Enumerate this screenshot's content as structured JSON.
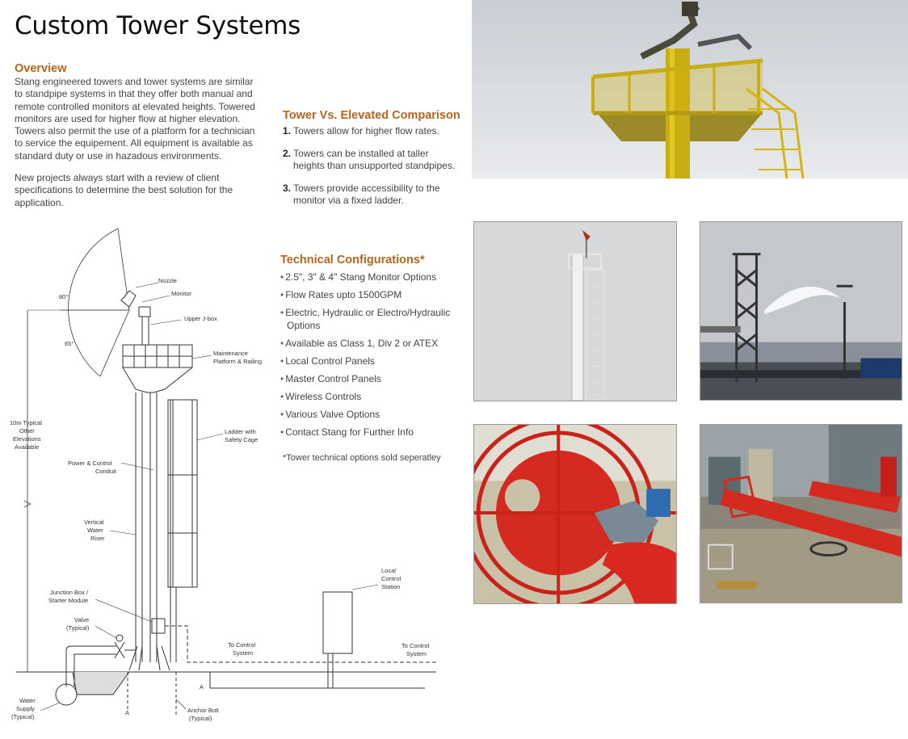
{
  "page_title": "Custom Tower Systems",
  "overview": {
    "heading": "Overview",
    "paragraph1": "Stang engineered towers and tower systems are similar to standpipe systems in that they offer both manual and remote controlled monitors at elevated heights. Towered monitors are used for higher flow at higher elevation. Towers also permit the use of a platform for a technician to service the equipement. All equipment is available as standard duty or use in hazadous environments.",
    "paragraph2": "New projects always start with a review of client specifications to determine the best solution for the application."
  },
  "comparison": {
    "heading": "Tower Vs. Elevated Comparison",
    "items": [
      {
        "num": "1.",
        "text": "Towers allow for higher flow rates."
      },
      {
        "num": "2.",
        "text": "Towers can be installed at taller heights than unsupported standpipes."
      },
      {
        "num": "3.",
        "text": "Towers provide accessibility to the monitor via a fixed ladder."
      }
    ]
  },
  "tech": {
    "heading": "Technical Configurations*",
    "items": [
      "2.5\", 3\" & 4\" Stang Monitor Options",
      "Flow Rates upto 1500GPM",
      "Electric, Hydraulic or Electro/Hydraulic Options",
      "Available as Class 1, Div 2 or ATEX",
      "Local Control Panels",
      "Master Control Panels",
      "Wireless Controls",
      "Various Valve Options",
      "Contact Stang for Further Info"
    ],
    "footnote": "*Tower technical options sold seperatley"
  },
  "diagram": {
    "labels": {
      "nozzle": "Nozzle",
      "monitor": "Monitor",
      "upper_jbox": "Upper J-box",
      "maintenance_1": "Maintenance",
      "maintenance_2": "Platform & Railing",
      "ladder_1": "Ladder with",
      "ladder_2": "Safety Cage",
      "angle_top": "80°",
      "angle_bottom": "65°",
      "height_1": "10m Typical",
      "height_2": "Other",
      "height_3": "Elevations",
      "height_4": "Available",
      "power_1": "Power & Control",
      "power_2": "Conduit",
      "riser_1": "Vertical",
      "riser_2": "Water",
      "riser_3": "Riser",
      "junction_1": "Junction Box /",
      "junction_2": "Starter Module",
      "valve_1": "Valve",
      "valve_2": "(Typical)",
      "control_1a": "To Control",
      "control_1b": "System",
      "control_2a": "To Control",
      "control_2b": "System",
      "local_1": "Local",
      "local_2": "Control",
      "local_3": "Station",
      "water_1": "Water",
      "water_2": "Supply",
      "water_3": "(Typical)",
      "anchor_1": "Anchor Bolt",
      "anchor_2": "(Typical)",
      "section_a": "A"
    }
  },
  "photos": [
    {
      "name": "tower-platform-photo",
      "desc": "yellow tower with monitor platform"
    },
    {
      "name": "white-tower-photo",
      "desc": "white tower with caged ladder"
    },
    {
      "name": "dock-tower-photo",
      "desc": "dock tower spraying water"
    },
    {
      "name": "red-platform-photo",
      "desc": "red caged platform with monitor"
    },
    {
      "name": "workshop-photo",
      "desc": "red tower in workshop"
    }
  ],
  "colors": {
    "heading_orange": "#b5651d",
    "tower_yellow": "#d4b514",
    "sky": "#dfe2e6",
    "red": "#d42a20"
  }
}
